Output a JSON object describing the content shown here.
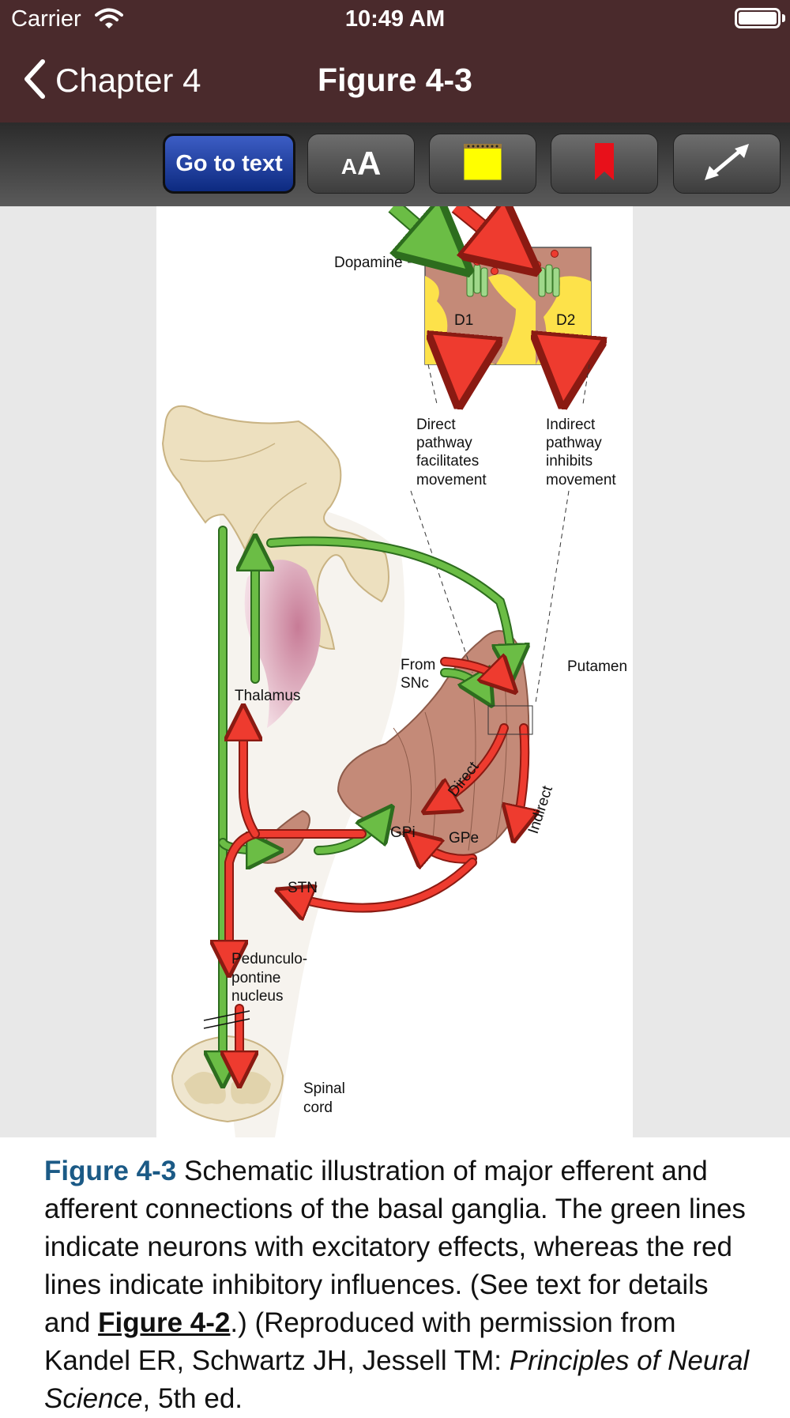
{
  "status_bar": {
    "carrier": "Carrier",
    "time": "10:49 AM"
  },
  "nav": {
    "back_label": "Chapter 4",
    "title": "Figure 4-3"
  },
  "toolbar": {
    "goto_label": "Go to text",
    "font_small": "A",
    "font_large": "A",
    "colors": {
      "goto": "#1a3a9c",
      "note": "#ffff00",
      "bookmark": "#e8101a"
    }
  },
  "figure": {
    "labels": {
      "dopamine": "Dopamine",
      "d1": "D1",
      "d2": "D2",
      "direct_1": "Direct",
      "direct_2": "pathway",
      "direct_3": "facilitates",
      "direct_4": "movement",
      "indirect_1": "Indirect",
      "indirect_2": "pathway",
      "indirect_3": "inhibits",
      "indirect_4": "movement",
      "putamen": "Putamen",
      "from_1": "From",
      "from_2": "SNc",
      "thalamus": "Thalamus",
      "direct_path": "Direct",
      "indirect_path": "Indirect",
      "gpi": "GPi",
      "gpe": "GPe",
      "stn": "STN",
      "ppn_1": "Pedunculo-",
      "ppn_2": "pontine",
      "ppn_3": "nucleus",
      "spinal_1": "Spinal",
      "spinal_2": "cord"
    },
    "colors": {
      "excitatory": "#6bbd45",
      "inhibitory": "#ee3b2f",
      "putamen": "#c48a78",
      "cortex": "#ede0bf",
      "receptor_cell": "#fde24a"
    }
  },
  "caption": {
    "title": "Figure 4-3",
    "text_1": " Schematic illustration of major efferent and afferent connections of the basal ganglia. The green lines indicate neurons with excitatory effects, whereas the red lines indicate inhibitory influences. (See text for details and ",
    "link": "Figure 4-2",
    "text_2": ".) (Reproduced with permission from Kandel ER, Schwartz JH, Jessell TM: ",
    "book": "Principles of Neural Science",
    "text_3": ", 5th ed."
  }
}
